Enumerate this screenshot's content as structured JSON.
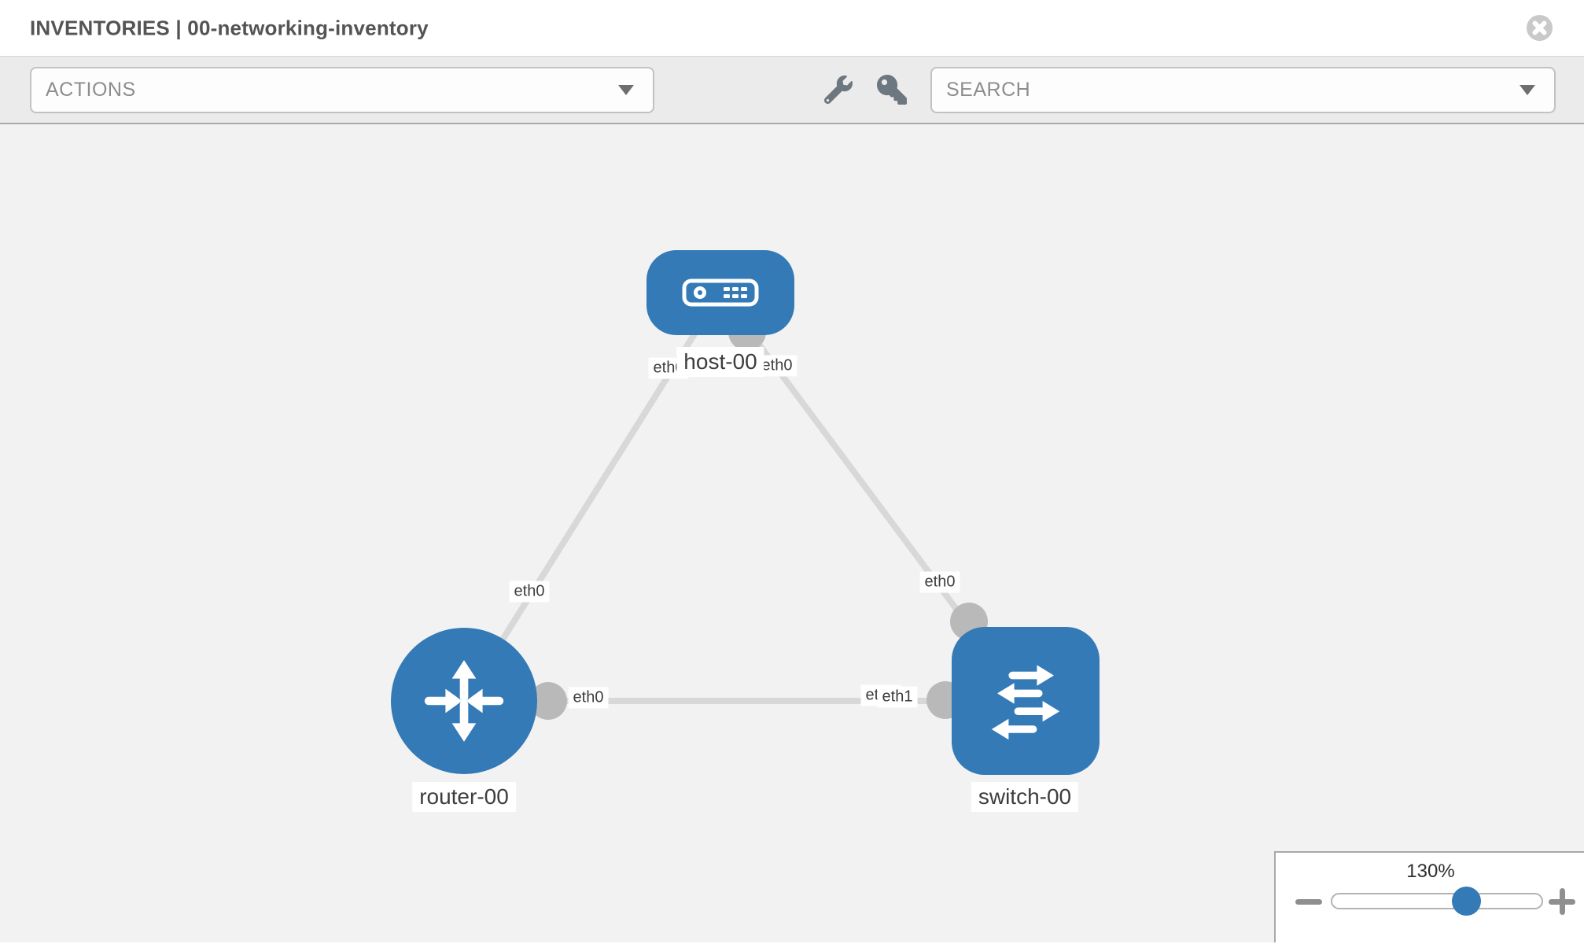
{
  "header": {
    "title": "INVENTORIES | 00-networking-inventory"
  },
  "toolbar": {
    "actions_label": "ACTIONS",
    "search_label": "SEARCH"
  },
  "topology": {
    "nodes": [
      {
        "name": "host-00",
        "type": "host"
      },
      {
        "name": "router-00",
        "type": "router"
      },
      {
        "name": "switch-00",
        "type": "switch"
      }
    ],
    "links": [
      {
        "source": "router-00",
        "source_interface": "eth0",
        "target": "host-00",
        "target_interface": "eth0"
      },
      {
        "source": "host-00",
        "source_interface": "eth0",
        "target": "switch-00",
        "target_interface": "eth0"
      },
      {
        "source": "router-00",
        "source_interface": "eth0",
        "target": "switch-00",
        "target_interface": "eth1"
      }
    ]
  },
  "labels": {
    "switch_overlap_if": "eth0"
  },
  "zoom_control": {
    "value": "130%"
  },
  "colors": {
    "node_blue": "#337ab7",
    "link_gray": "#d8d8d8",
    "interface_gray": "#b9b9b9",
    "canvas_bg": "#f2f2f2",
    "toolbar_bg": "#ebebeb"
  }
}
